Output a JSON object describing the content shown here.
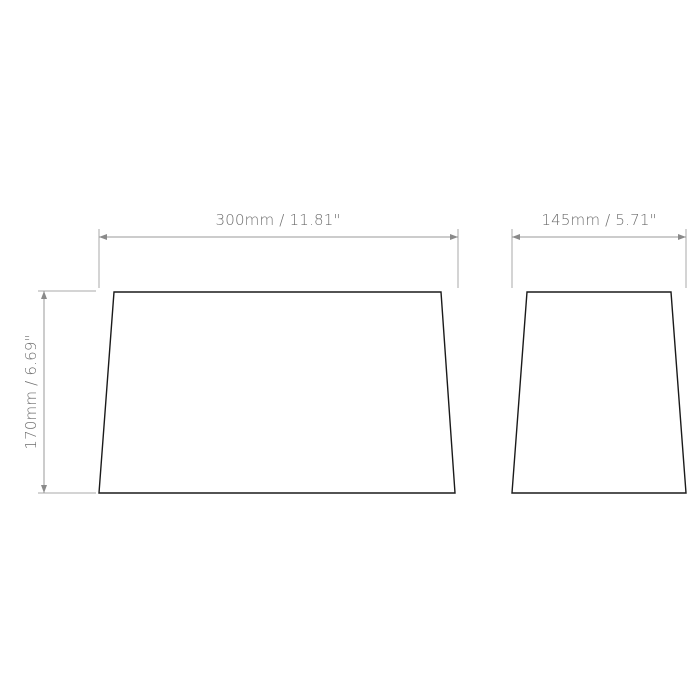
{
  "diagram": {
    "front_view": {
      "width_label": "300mm / 11.81\"",
      "height_label": "170mm / 6.69\""
    },
    "side_view": {
      "width_label": "145mm / 5.71\""
    },
    "colors": {
      "outline": "#1a1a1a",
      "dimension": "#9a9a9a",
      "text": "#6e6e6e",
      "background": "#ffffff"
    }
  }
}
